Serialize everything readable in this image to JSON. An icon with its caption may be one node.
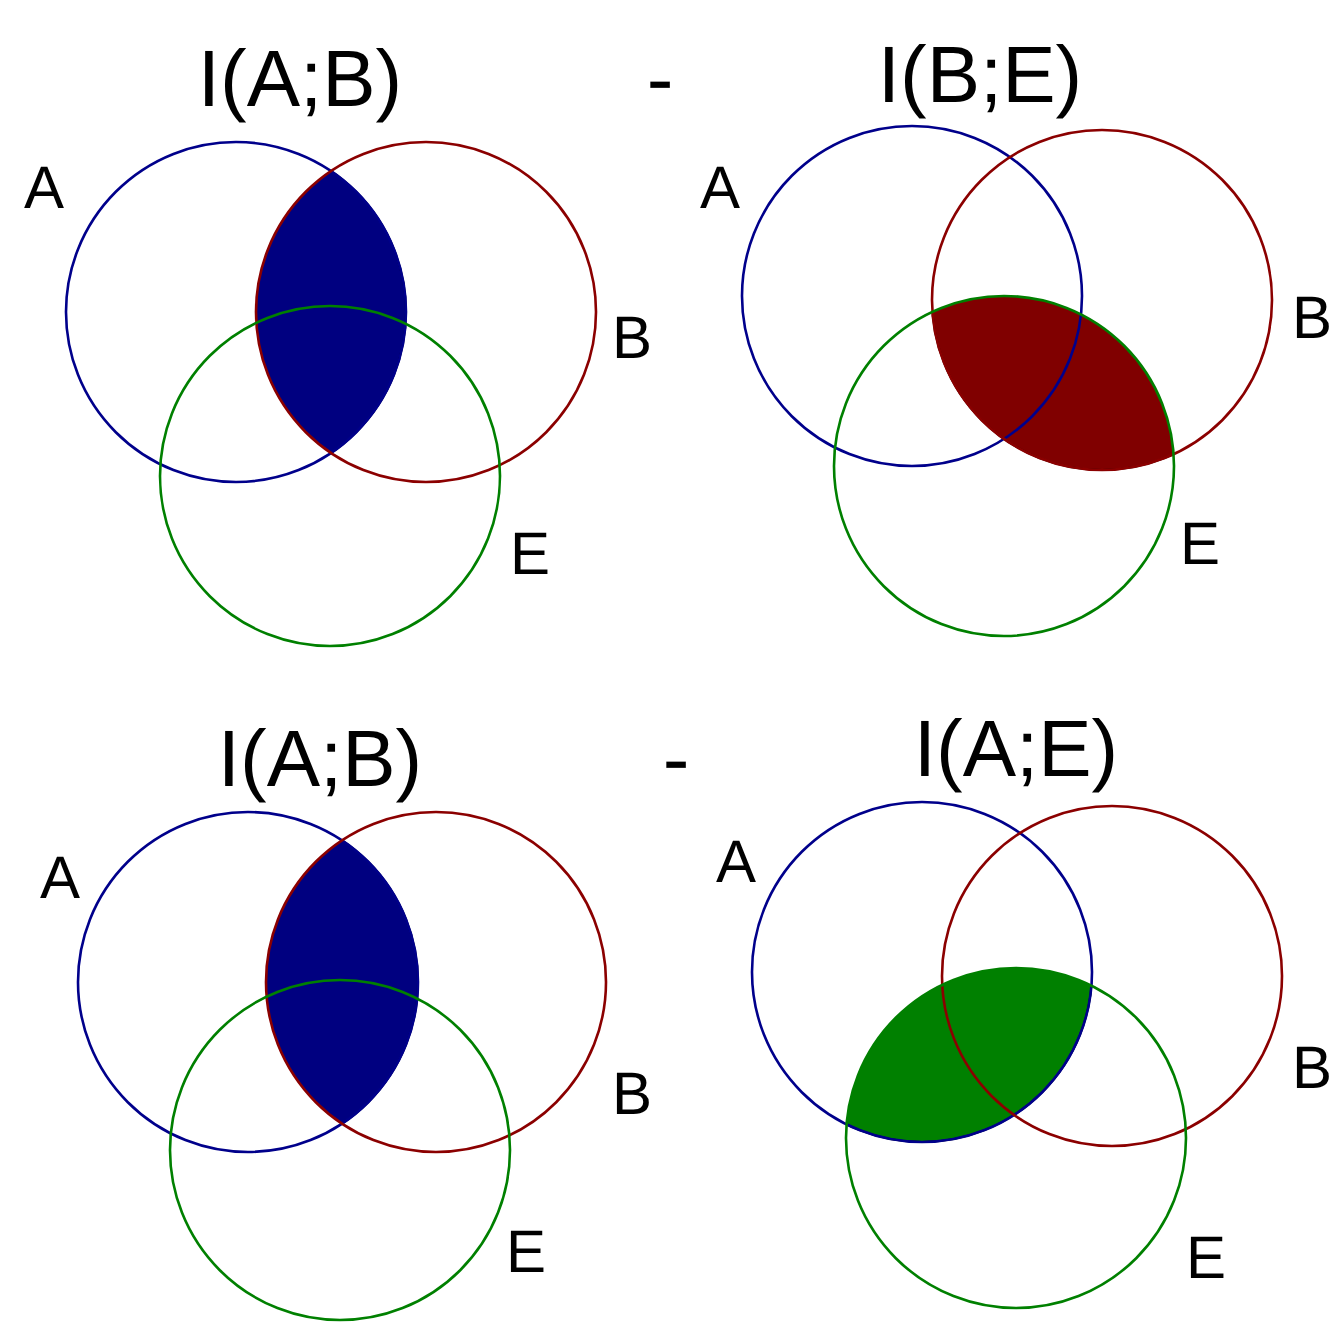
{
  "diagram": {
    "nodes": [
      {
        "text": [
          "A"
        ]
      },
      {
        "text": [
          "B"
        ]
      },
      {
        "text": [
          "E"
        ]
      },
      {
        "text": [
          "A"
        ]
      },
      {
        "text": [
          "B"
        ]
      },
      {
        "text": [
          "E"
        ]
      },
      {
        "text": [
          "A"
        ]
      },
      {
        "text": [
          "B"
        ]
      },
      {
        "text": [
          "E"
        ]
      },
      {
        "text": [
          "A"
        ]
      },
      {
        "text": [
          "B"
        ]
      },
      {
        "text": [
          "E"
        ]
      },
      {
        "text": [],
        "shape": "lens"
      },
      {
        "text": [],
        "shape": "lens"
      },
      {
        "text": [],
        "shape": "lens"
      },
      {
        "text": [],
        "shape": "lens"
      }
    ],
    "labels": [
      "I(A;B)",
      "-",
      "I(B;E)",
      "I(A;B)",
      "-",
      "I(A;E)"
    ]
  }
}
